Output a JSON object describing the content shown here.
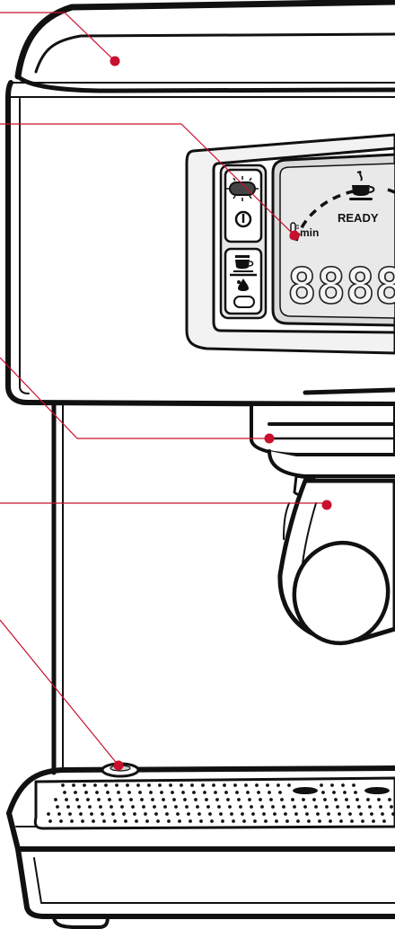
{
  "display": {
    "status_text": "READY",
    "temperature_label": "min",
    "digits": "8888"
  },
  "colors": {
    "callout": "#c8102e",
    "outline": "#111111",
    "lcd_fill": "#e6e6e6",
    "body_fill": "#ffffff",
    "button_fill": "#dcdcdc"
  },
  "icons": [
    "power-icon",
    "coffee-cup-icon",
    "steam-icon",
    "water-drop-icon",
    "thermometer-icon",
    "indicator-light-icon"
  ],
  "callouts": [
    {
      "target": "cup-warming-plate"
    },
    {
      "target": "temperature-indicator"
    },
    {
      "target": "group-head"
    },
    {
      "target": "portafilter"
    },
    {
      "target": "drip-tray-float"
    }
  ]
}
